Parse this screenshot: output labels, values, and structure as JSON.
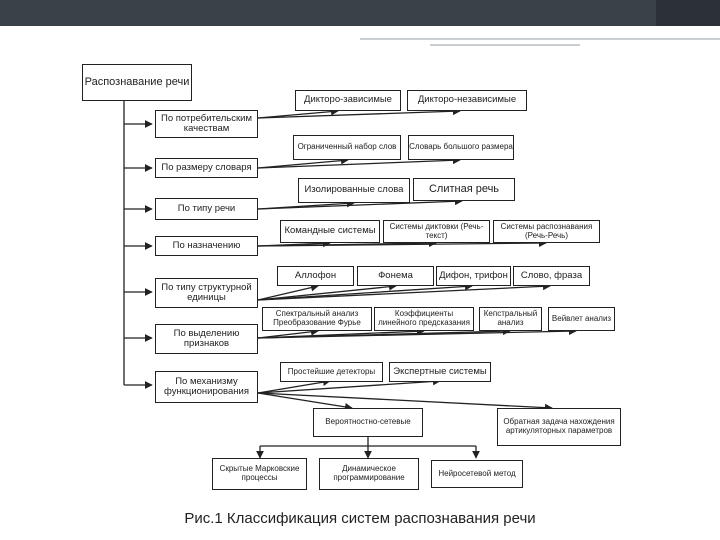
{
  "root": "Распознавание речи",
  "categories": [
    "По потребительским качествам",
    "По размеру словаря",
    "По типу речи",
    "По назначению",
    "По типу структурной единицы",
    "По выделению признаков",
    "По механизму функционирования"
  ],
  "consumer": [
    "Дикторо-зависимые",
    "Дикторо-независимые"
  ],
  "vocabulary": [
    "Ограниченный набор слов",
    "Словарь большого размера"
  ],
  "speech_type": [
    "Изолированные слова",
    "Слитная речь"
  ],
  "purpose": [
    "Командные системы",
    "Системы диктовки (Речь-текст)",
    "Системы распознавания (Речь-Речь)"
  ],
  "unit": [
    "Аллофон",
    "Фонема",
    "Дифон, трифон",
    "Слово, фраза"
  ],
  "features": [
    "Спектральный анализ Преобразование Фурье",
    "Коэффициенты линейного предсказания",
    "Кепстральный анализ",
    "Вейвлет анализ"
  ],
  "mechanism": [
    "Простейшие детекторы",
    "Экспертные системы"
  ],
  "sub_mechanism": [
    "Вероятностно-сетевые",
    "Обратная задача нахождения артикуляторных параметров"
  ],
  "methods": [
    "Скрытые Марковские процессы",
    "Динамическое программирование",
    "Нейросетевой метод"
  ],
  "caption": "Рис.1 Классификация систем распознавания речи",
  "colors": {
    "topbar": "#3a4148",
    "line": "#222222"
  }
}
